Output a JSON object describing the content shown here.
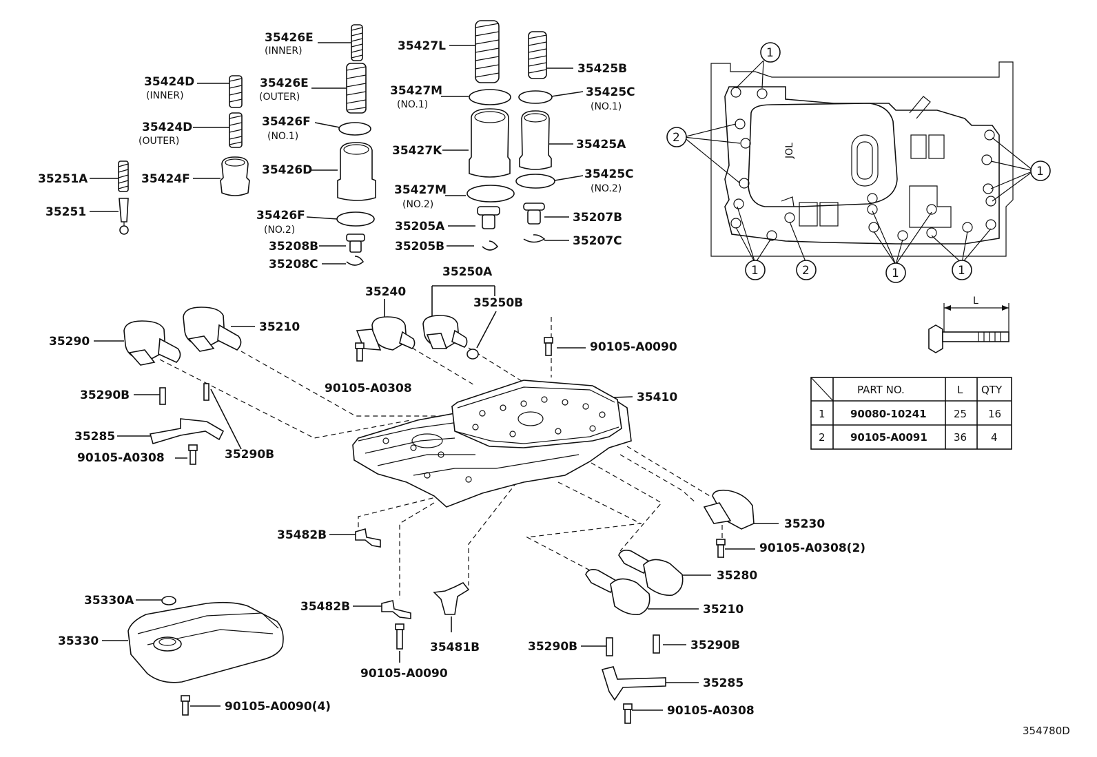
{
  "diagram_id": "354780D",
  "callouts": [
    {
      "id": "c1",
      "code": "35426E",
      "sub": "(INNER)"
    },
    {
      "id": "c2",
      "code": "35424D",
      "sub": "(INNER)"
    },
    {
      "id": "c3",
      "code": "35426E",
      "sub": "(OUTER)"
    },
    {
      "id": "c4",
      "code": "35424D",
      "sub": "(OUTER)"
    },
    {
      "id": "c5",
      "code": "35426F",
      "sub": "(NO.1)"
    },
    {
      "id": "c6",
      "code": "35251A",
      "sub": ""
    },
    {
      "id": "c7",
      "code": "35424F",
      "sub": ""
    },
    {
      "id": "c8",
      "code": "35426D",
      "sub": ""
    },
    {
      "id": "c9",
      "code": "35251",
      "sub": ""
    },
    {
      "id": "c10",
      "code": "35426F",
      "sub": "(NO.2)"
    },
    {
      "id": "c11",
      "code": "35208B",
      "sub": ""
    },
    {
      "id": "c12",
      "code": "35208C",
      "sub": ""
    },
    {
      "id": "c13",
      "code": "35427L",
      "sub": ""
    },
    {
      "id": "c14",
      "code": "35427M",
      "sub": "(NO.1)"
    },
    {
      "id": "c15",
      "code": "35427K",
      "sub": ""
    },
    {
      "id": "c16",
      "code": "35427M",
      "sub": "(NO.2)"
    },
    {
      "id": "c17",
      "code": "35205A",
      "sub": ""
    },
    {
      "id": "c18",
      "code": "35205B",
      "sub": ""
    },
    {
      "id": "c19",
      "code": "35425B",
      "sub": ""
    },
    {
      "id": "c20",
      "code": "35425C",
      "sub": "(NO.1)"
    },
    {
      "id": "c21",
      "code": "35425A",
      "sub": ""
    },
    {
      "id": "c22",
      "code": "35425C",
      "sub": "(NO.2)"
    },
    {
      "id": "c23",
      "code": "35207B",
      "sub": ""
    },
    {
      "id": "c24",
      "code": "35207C",
      "sub": ""
    },
    {
      "id": "c25",
      "code": "35250A",
      "sub": ""
    },
    {
      "id": "c26",
      "code": "35240",
      "sub": ""
    },
    {
      "id": "c27",
      "code": "35250B",
      "sub": ""
    },
    {
      "id": "c28",
      "code": "35290",
      "sub": ""
    },
    {
      "id": "c29",
      "code": "35210",
      "sub": ""
    },
    {
      "id": "c30",
      "code": "90105-A0090",
      "sub": ""
    },
    {
      "id": "c31",
      "code": "90105-A0308",
      "sub": ""
    },
    {
      "id": "c32",
      "code": "35290B",
      "sub": ""
    },
    {
      "id": "c33",
      "code": "35410",
      "sub": ""
    },
    {
      "id": "c34",
      "code": "35285",
      "sub": ""
    },
    {
      "id": "c35",
      "code": "35290B",
      "sub": ""
    },
    {
      "id": "c36",
      "code": "90105-A0308",
      "sub": ""
    },
    {
      "id": "c37",
      "code": "35230",
      "sub": ""
    },
    {
      "id": "c38",
      "code": "35482B",
      "sub": ""
    },
    {
      "id": "c39",
      "code": "90105-A0308(2)",
      "sub": ""
    },
    {
      "id": "c40",
      "code": "35280",
      "sub": ""
    },
    {
      "id": "c41",
      "code": "35330A",
      "sub": ""
    },
    {
      "id": "c42",
      "code": "35210",
      "sub": ""
    },
    {
      "id": "c43",
      "code": "35482B",
      "sub": ""
    },
    {
      "id": "c44",
      "code": "35330",
      "sub": ""
    },
    {
      "id": "c45",
      "code": "35481B",
      "sub": ""
    },
    {
      "id": "c46",
      "code": "35290B",
      "sub": ""
    },
    {
      "id": "c47",
      "code": "35290B",
      "sub": ""
    },
    {
      "id": "c48",
      "code": "90105-A0090",
      "sub": ""
    },
    {
      "id": "c49",
      "code": "35285",
      "sub": ""
    },
    {
      "id": "c50",
      "code": "90105-A0090(4)",
      "sub": ""
    },
    {
      "id": "c51",
      "code": "90105-A0308",
      "sub": ""
    }
  ],
  "bolt_markers": [
    "1",
    "2"
  ],
  "dimension_label": "L",
  "bolt_table": {
    "headers": [
      "PART NO.",
      "L",
      "QTY"
    ],
    "rows": [
      {
        "no": "1",
        "part": "90080-10241",
        "l": "25",
        "qty": "16"
      },
      {
        "no": "2",
        "part": "90105-A0091",
        "l": "36",
        "qty": "4"
      }
    ]
  }
}
